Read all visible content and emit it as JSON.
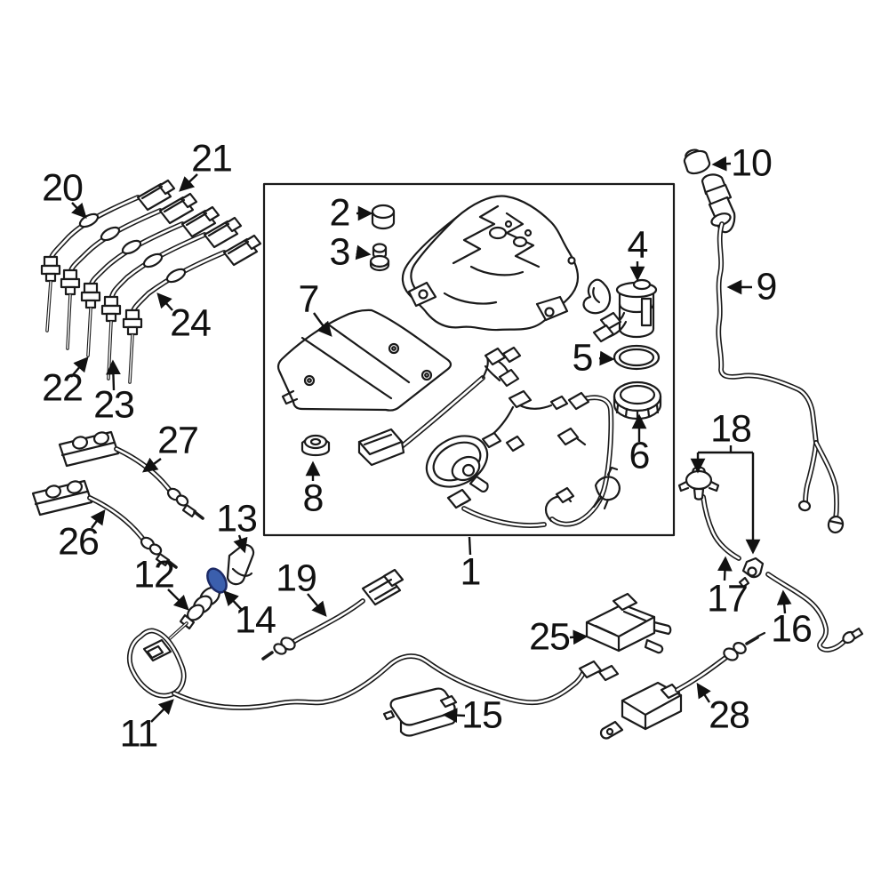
{
  "diagram": {
    "type": "automotive-parts-diagram",
    "background_color": "#ffffff",
    "line_color": "#1a1a1a",
    "label_color": "#111111",
    "highlight": {
      "part": "14",
      "fill_color": "#3b5fad",
      "stroke_color": "#1c2a66"
    },
    "callouts": [
      {
        "label": "1"
      },
      {
        "label": "2"
      },
      {
        "label": "3"
      },
      {
        "label": "4"
      },
      {
        "label": "5"
      },
      {
        "label": "6"
      },
      {
        "label": "7"
      },
      {
        "label": "8"
      },
      {
        "label": "9"
      },
      {
        "label": "10"
      },
      {
        "label": "11"
      },
      {
        "label": "12"
      },
      {
        "label": "13"
      },
      {
        "label": "14"
      },
      {
        "label": "15"
      },
      {
        "label": "16"
      },
      {
        "label": "17"
      },
      {
        "label": "18"
      },
      {
        "label": "19"
      },
      {
        "label": "20"
      },
      {
        "label": "21"
      },
      {
        "label": "22"
      },
      {
        "label": "23"
      },
      {
        "label": "24"
      },
      {
        "label": "25"
      },
      {
        "label": "26"
      },
      {
        "label": "27"
      },
      {
        "label": "28"
      }
    ]
  }
}
